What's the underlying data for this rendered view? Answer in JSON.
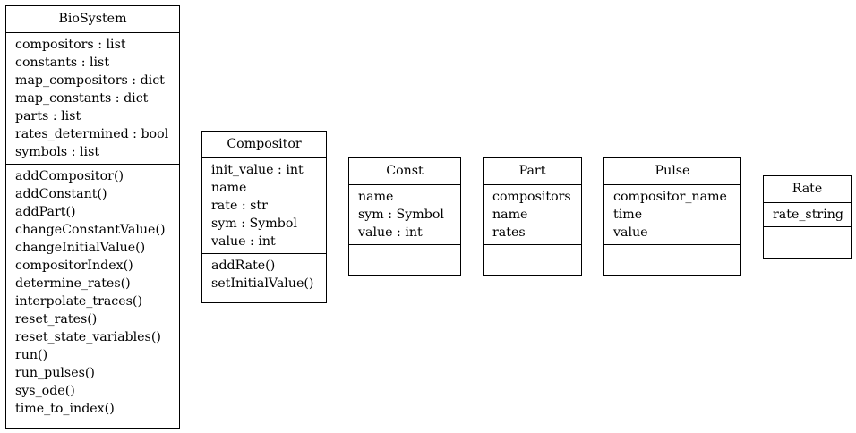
{
  "classes": [
    {
      "id": "biosystem",
      "name": "BioSystem",
      "attributes": [
        "compositors : list",
        "constants : list",
        "map_compositors : dict",
        "map_constants : dict",
        "parts : list",
        "rates_determined : bool",
        "symbols : list"
      ],
      "methods": [
        "addCompositor()",
        "addConstant()",
        "addPart()",
        "changeConstantValue()",
        "changeInitialValue()",
        "compositorIndex()",
        "determine_rates()",
        "interpolate_traces()",
        "reset_rates()",
        "reset_state_variables()",
        "run()",
        "run_pulses()",
        "sys_ode()",
        "time_to_index()"
      ]
    },
    {
      "id": "compositor",
      "name": "Compositor",
      "attributes": [
        "init_value : int",
        "name",
        "rate : str",
        "sym : Symbol",
        "value : int"
      ],
      "methods": [
        "addRate()",
        "setInitialValue()"
      ]
    },
    {
      "id": "const",
      "name": "Const",
      "attributes": [
        "name",
        "sym : Symbol",
        "value : int"
      ],
      "methods": []
    },
    {
      "id": "part",
      "name": "Part",
      "attributes": [
        "compositors",
        "name",
        "rates"
      ],
      "methods": []
    },
    {
      "id": "pulse",
      "name": "Pulse",
      "attributes": [
        "compositor_name",
        "time",
        "value"
      ],
      "methods": []
    },
    {
      "id": "rate",
      "name": "Rate",
      "attributes": [
        "rate_string"
      ],
      "methods": []
    }
  ]
}
